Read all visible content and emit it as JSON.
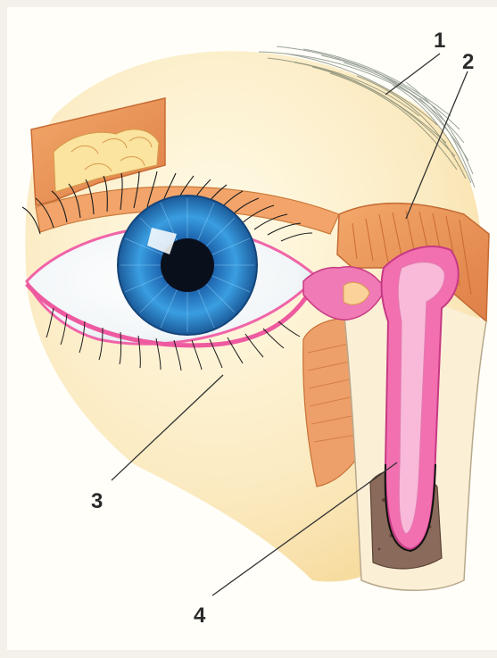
{
  "labels": {
    "l1": "1",
    "l2": "2",
    "l3": "3",
    "l4": "4"
  },
  "colors": {
    "skin": "#fbeec6",
    "muscle": "#e7935a",
    "lacrimal_pink": "#f04f9a",
    "iris_blue": "#2e8fd0",
    "brow": "#3a4a3a"
  }
}
